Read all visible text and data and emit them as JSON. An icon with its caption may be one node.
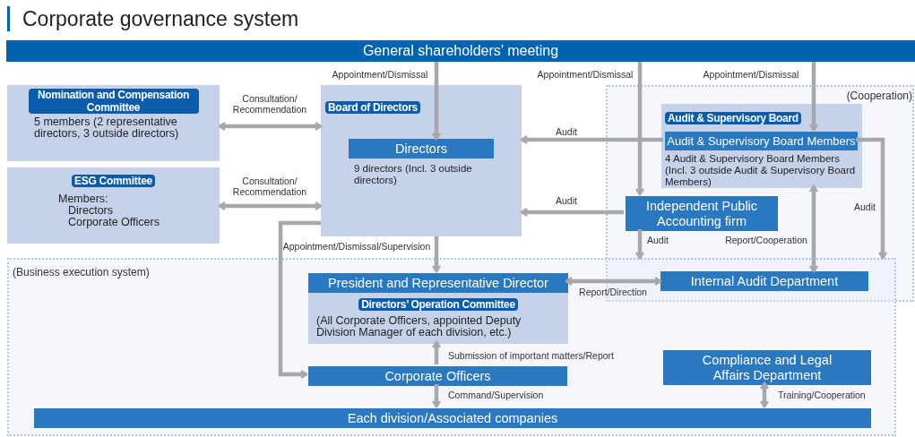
{
  "diagram": {
    "title": "Corporate governance system",
    "nodes": [
      {
        "text": [
          "General shareholders’ meeting"
        ]
      },
      {
        "text": [
          "Nomination and Compensation Committee",
          "5 members (2 representative directors, 3 outside directors)"
        ]
      },
      {
        "text": [
          "ESG Committee",
          "Members:",
          "Directors",
          "Corporate Officers"
        ]
      },
      {
        "text": [
          "Board of Directors"
        ]
      },
      {
        "text": [
          "Directors"
        ],
        "in": 3,
        "beside": [
          "9 directors (Incl. 3 outside directors)"
        ]
      },
      {
        "text": [
          "(Cooperation)"
        ]
      },
      {
        "text": [
          "Audit & Supervisory Board"
        ],
        "in": 5
      },
      {
        "text": [
          "Audit & Supervisory Board Members"
        ],
        "in": 6,
        "beside": [
          "4 Audit & Supervisory Board Members (Incl. 3 outside Audit & Supervisory Board Members)"
        ]
      },
      {
        "text": [
          "Independent Public Accounting firm"
        ],
        "in": 5
      },
      {
        "text": [
          "(Business execution system)"
        ]
      },
      {
        "text": [
          "President and Representative Director"
        ],
        "in": 9
      },
      {
        "text": [
          "Directors’ Operation Committee",
          "(All Corporate Officers, appointed Deputy Division Manager of each division, etc.)"
        ],
        "in": 9
      },
      {
        "text": [
          "Internal Audit Department"
        ]
      },
      {
        "text": [
          "Corporate Officers"
        ],
        "in": 9
      },
      {
        "text": [
          "Compliance and Legal Affairs Department"
        ],
        "in": 9
      },
      {
        "text": [
          "Each division/Associated companies"
        ],
        "in": 9
      }
    ],
    "edges": [
      {
        "from": 0,
        "to": 4,
        "arrow": "to",
        "label": "Appointment/Dismissal"
      },
      {
        "from": 0,
        "to": 8,
        "arrow": "to",
        "label": "Appointment/Dismissal"
      },
      {
        "from": 0,
        "to": 7,
        "arrow": "to",
        "label": "Appointment/Dismissal"
      },
      {
        "from": 1,
        "to": 3,
        "arrow": "both",
        "label": "Consultation/ Recommendation"
      },
      {
        "from": 2,
        "to": 3,
        "arrow": "both",
        "label": "Consultation/ Recommendation"
      },
      {
        "from": 7,
        "to": 3,
        "arrow": "to",
        "label": "Audit"
      },
      {
        "from": 8,
        "to": 3,
        "arrow": "to",
        "label": "Audit"
      },
      {
        "from": 8,
        "to": 9,
        "arrow": "to",
        "label": "Audit"
      },
      {
        "from": 7,
        "to": 9,
        "arrow": "to",
        "label": "Audit"
      },
      {
        "from": 6,
        "to": 12,
        "arrow": "both",
        "label": "Report/Cooperation"
      },
      {
        "from": 10,
        "to": 12,
        "arrow": "both",
        "label": "Report/Direction"
      },
      {
        "from": 3,
        "to": 13,
        "arrow": "to"
      },
      {
        "from": 3,
        "to": 10,
        "arrow": "to",
        "label": "Appointment/Dismissal/Supervision"
      },
      {
        "from": 13,
        "to": 11,
        "arrow": "to",
        "label": "Submission of important matters/Report"
      },
      {
        "from": 13,
        "to": 15,
        "arrow": "to",
        "label": "Command/Supervision"
      },
      {
        "from": 14,
        "to": 15,
        "arrow": "both",
        "label": "Training/Cooperation"
      }
    ]
  }
}
